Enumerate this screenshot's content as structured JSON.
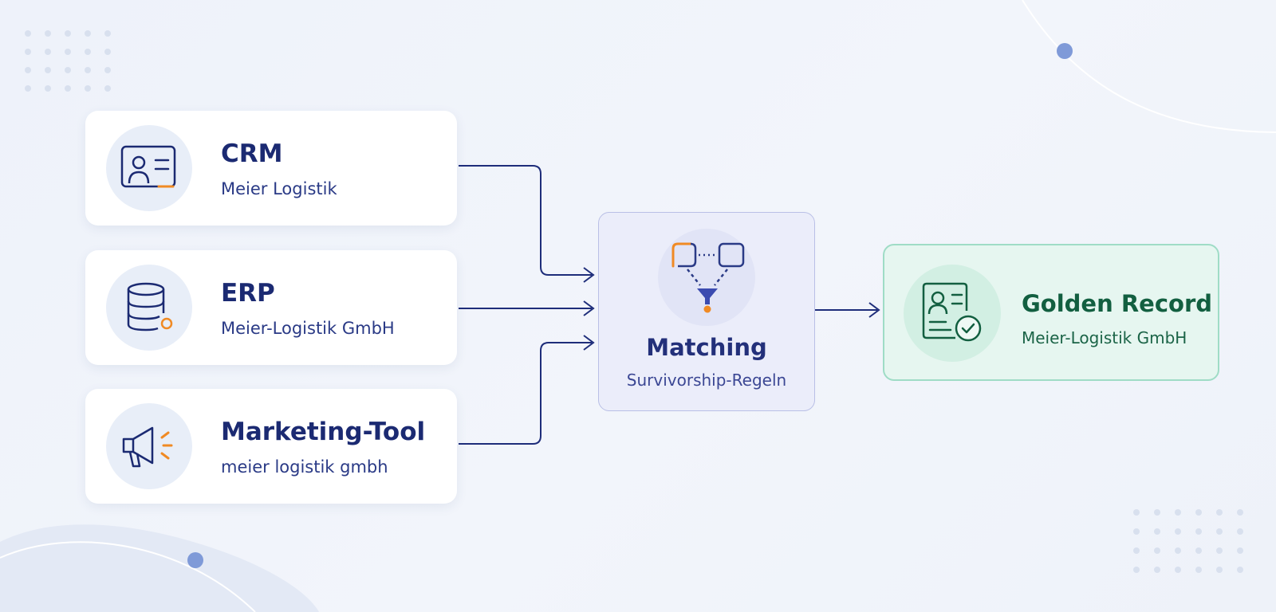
{
  "sources": [
    {
      "title": "CRM",
      "subtitle": "Meier Logistik",
      "icon": "contact-card-icon"
    },
    {
      "title": "ERP",
      "subtitle": "Meier-Logistik GmbH",
      "icon": "database-icon"
    },
    {
      "title": "Marketing-Tool",
      "subtitle": "meier logistik gmbh",
      "icon": "megaphone-icon"
    }
  ],
  "matching": {
    "title": "Matching",
    "subtitle": "Survivorship-Regeln",
    "icon": "funnel-merge-icon"
  },
  "golden": {
    "title": "Golden Record",
    "subtitle": "Meier-Logistik GmbH",
    "icon": "verified-contact-card-icon"
  },
  "colors": {
    "navy": "#1b2a72",
    "accent_orange": "#f08a24",
    "matching_bg": "#ebedfa",
    "golden_green": "#125f40",
    "golden_bg": "#e6f6f0",
    "golden_border": "#9fdcc6",
    "background": "#eef2fa"
  }
}
